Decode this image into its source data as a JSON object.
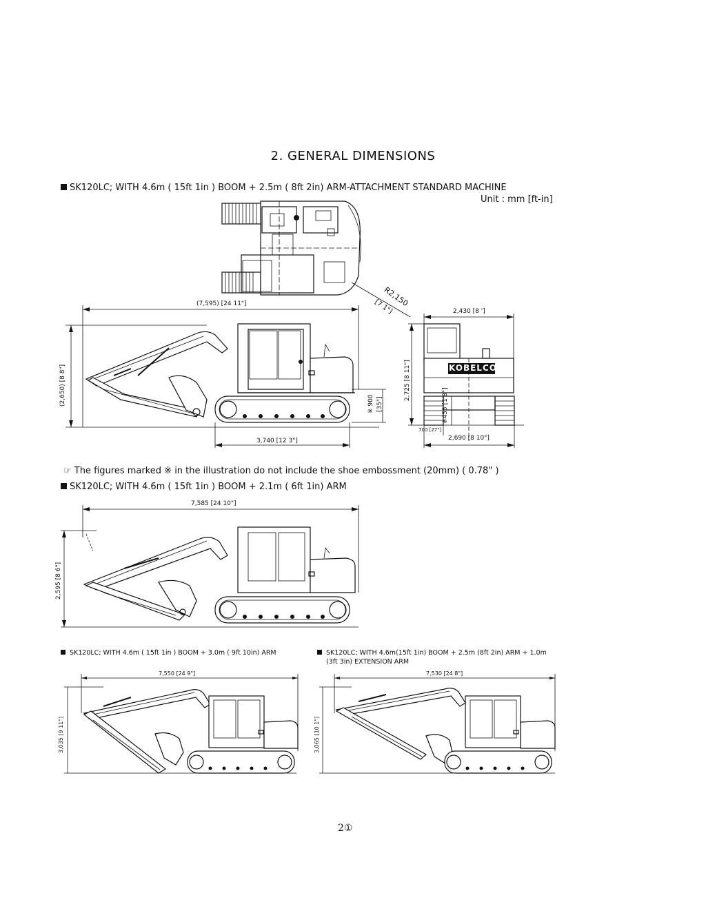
{
  "page": {
    "title": "2.  GENERAL DIMENSIONS",
    "page_number": "2①"
  },
  "section1": {
    "heading": "SK120LC; WITH  4.6m ( 15ft 1in ) BOOM  +  2.5m ( 8ft 2in) ARM-ATTACHMENT STANDARD  MACHINE",
    "unit": "Unit  : mm  [ft-in]",
    "dims": {
      "overall_length": "(7,595)  [24  11\"]",
      "radius": "R2,150",
      "radius_ft": "[7 1\"]",
      "width_top": "2,430  [8 ']",
      "height_boom": "(2,650)  [8  8\"]",
      "ground_clearance": "※ 900",
      "ground_clearance_ft": "[35\"]",
      "height_cab": "2,725  [8  11\"]",
      "shoe_height": "※455  [1'8\"]",
      "track_length": "3,740  [12  3\"]",
      "shoe_width": "700  [27\"]",
      "track_width": "2,690  [8  10\"]",
      "brand": "KOBELCO"
    }
  },
  "note": "The figures marked ※ in the illustration do not include the shoe embossment (20mm) (  0.78\" )",
  "section2": {
    "heading": "SK120LC; WITH  4.6m ( 15ft 1in ) BOOM  +  2.1m ( 6ft 1in) ARM",
    "dims": {
      "overall_length": "7,585  [24  10\"]",
      "height": "2,595  [8  6\"]"
    }
  },
  "section3": {
    "heading": "SK120LC; WITH 4.6m ( 15ft 1in ) BOOM + 3.0m ( 9ft 10in) ARM",
    "dims": {
      "overall_length": "7,550  [24  9\"]",
      "height": "3,035  [9  11\"]"
    }
  },
  "section4": {
    "heading": "SK120LC; WITH 4.6m(15ft 1in) BOOM + 2.5m (8ft 2in) ARM + 1.0m",
    "heading_line2": "(3ft 3in)  EXTENSION ARM",
    "dims": {
      "overall_length": "7,530  [24  8\"]",
      "height": "3,065  [10  1\"]"
    }
  }
}
